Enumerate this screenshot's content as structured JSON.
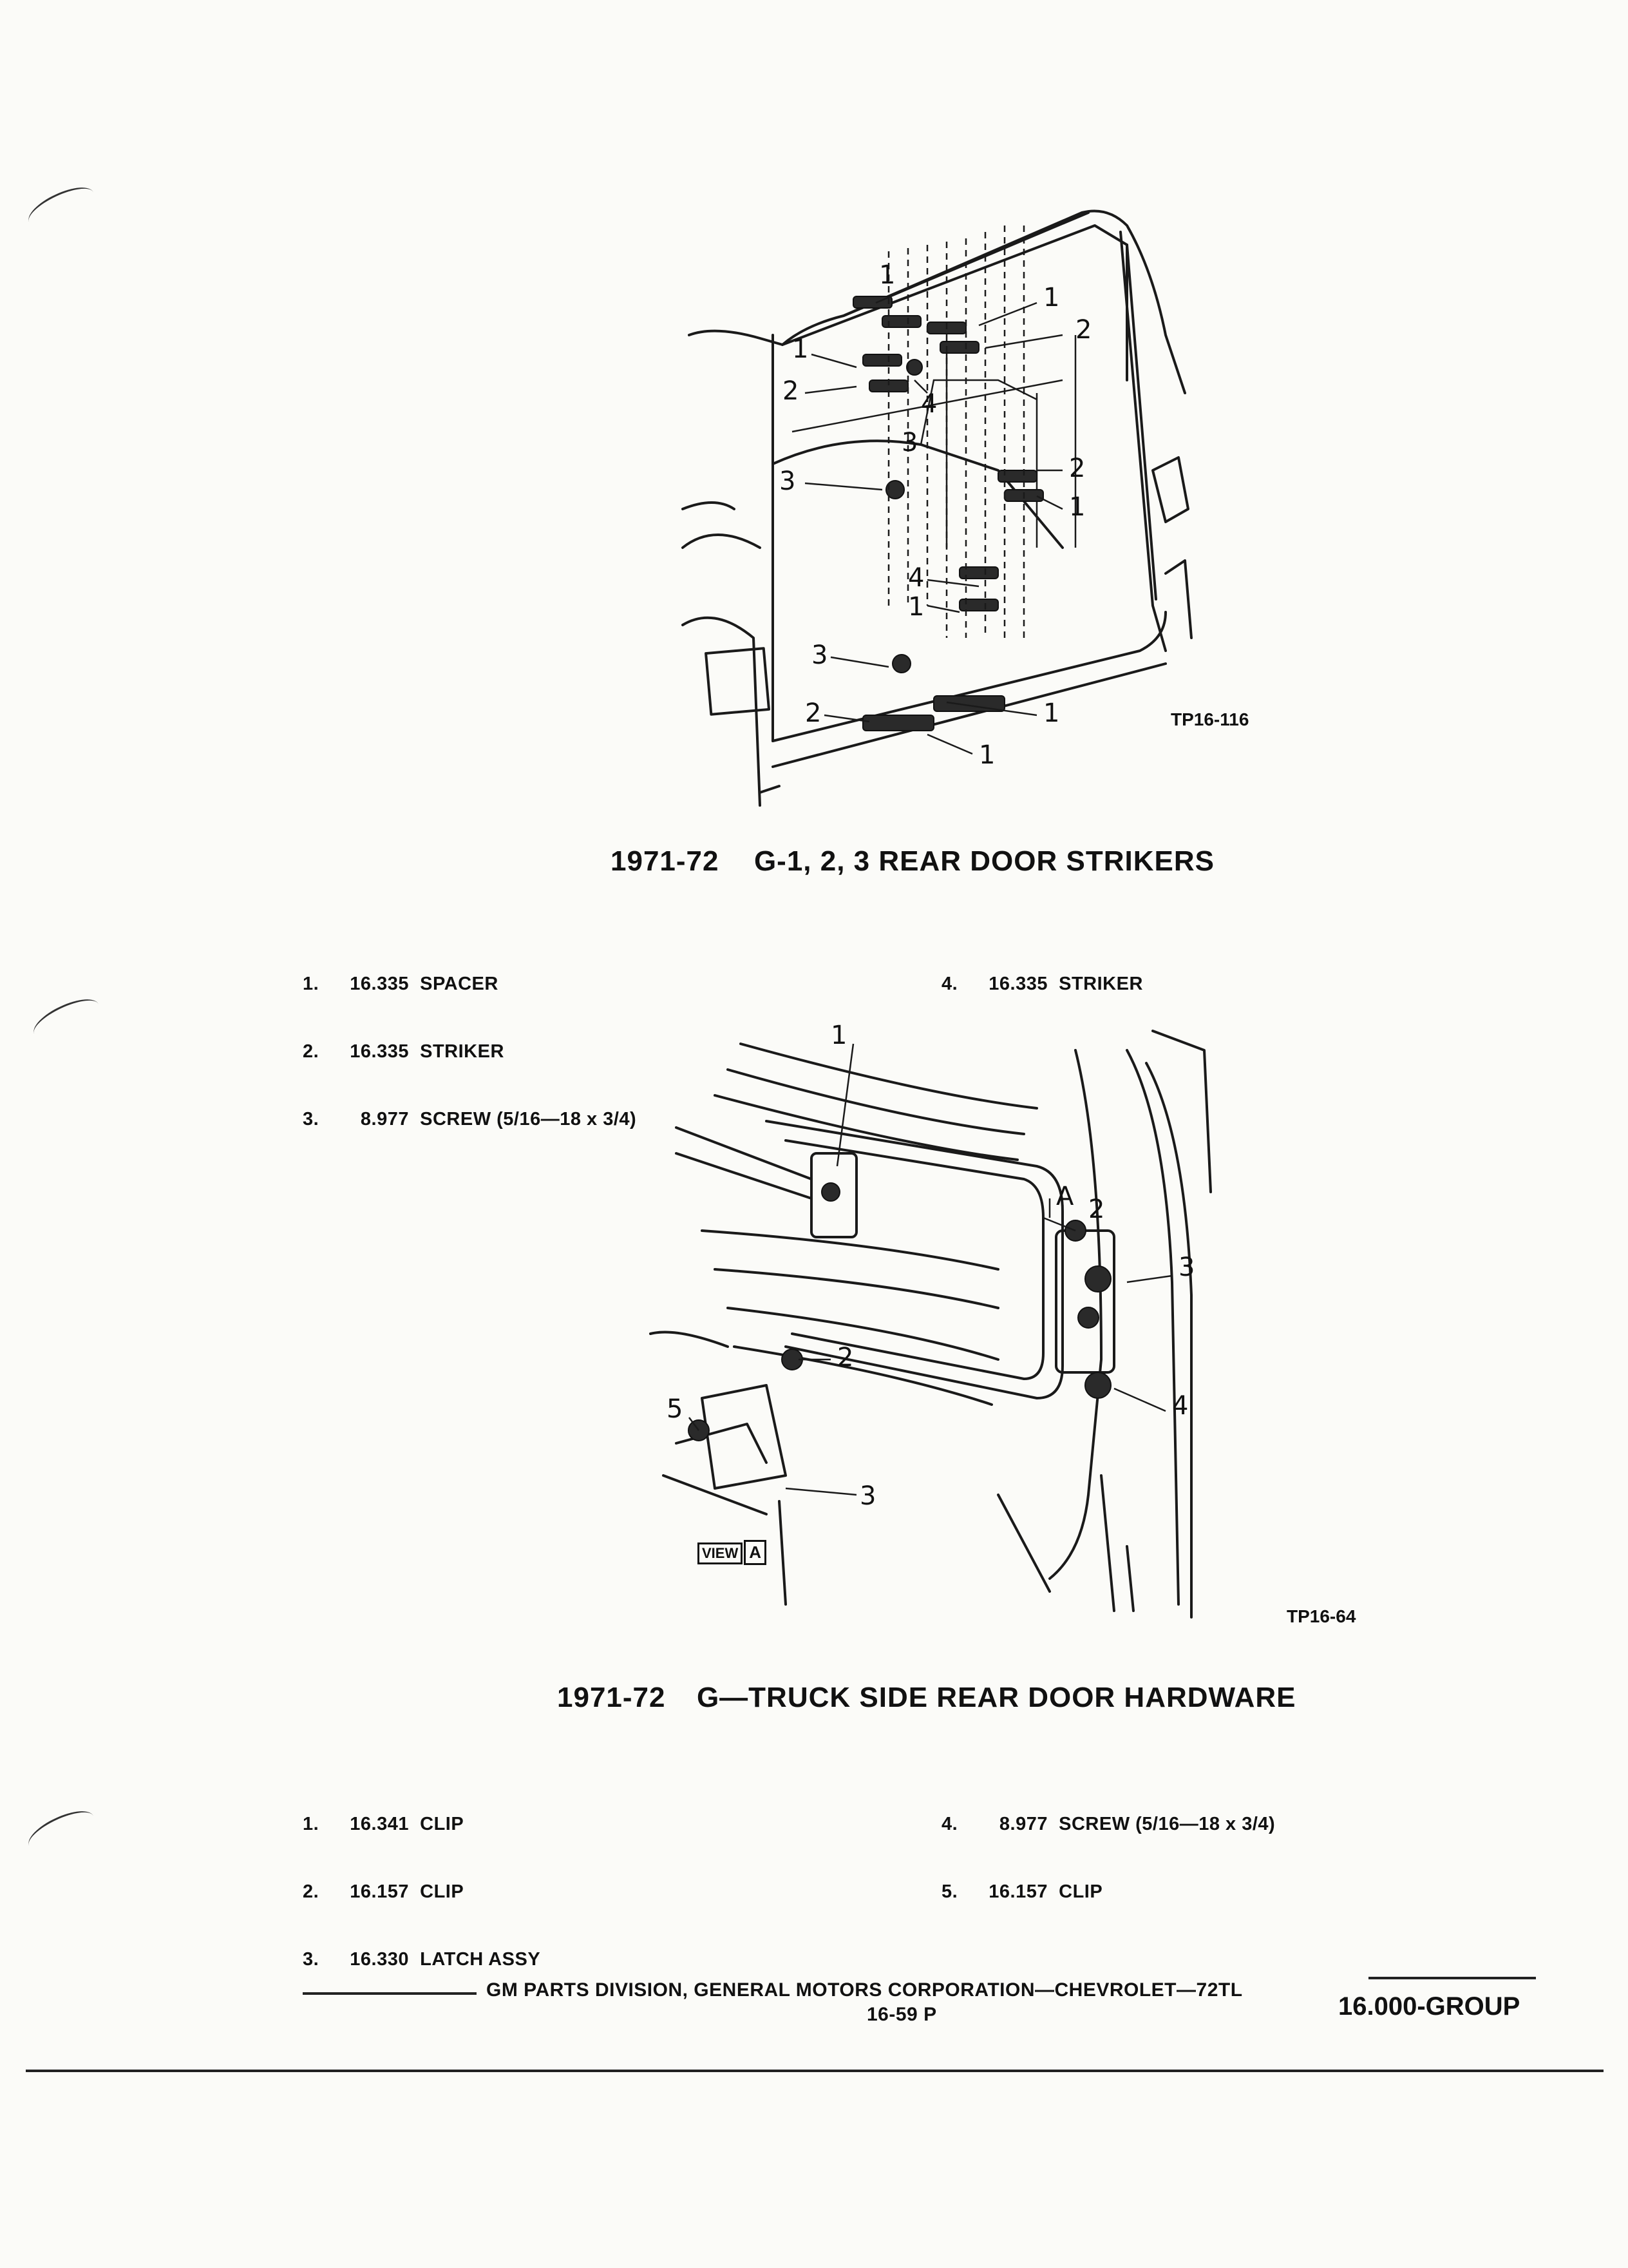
{
  "figure1": {
    "code": "TP16-116",
    "title_year": "1971-72",
    "title_text": "G-1, 2, 3 REAR DOOR STRIKERS",
    "parts_left": [
      {
        "num": "1.",
        "ref": "16.335",
        "name": "SPACER"
      },
      {
        "num": "2.",
        "ref": "16.335",
        "name": "STRIKER"
      },
      {
        "num": "3.",
        "ref": "8.977",
        "name": "SCREW (5/16—18 x 3/4)"
      }
    ],
    "parts_right": [
      {
        "num": "4.",
        "ref": "16.335",
        "name": "STRIKER"
      }
    ],
    "callouts": [
      "1",
      "2",
      "4",
      "3"
    ]
  },
  "figure2": {
    "code": "TP16-64",
    "title_year": "1971-72",
    "title_text": "G—TRUCK SIDE REAR DOOR HARDWARE",
    "view_label": "VIEW",
    "view_letter": "A",
    "arrow_letter": "A",
    "parts_left": [
      {
        "num": "1.",
        "ref": "16.341",
        "name": "CLIP"
      },
      {
        "num": "2.",
        "ref": "16.157",
        "name": "CLIP"
      },
      {
        "num": "3.",
        "ref": "16.330",
        "name": "LATCH ASSY"
      }
    ],
    "parts_right": [
      {
        "num": "4.",
        "ref": "8.977",
        "name": "SCREW (5/16—18 x 3/4)"
      },
      {
        "num": "5.",
        "ref": "16.157",
        "name": "CLIP"
      }
    ],
    "callouts": [
      "1",
      "2",
      "3",
      "4",
      "5"
    ]
  },
  "footer": {
    "division": "GM PARTS DIVISION, GENERAL MOTORS CORPORATION—CHEVROLET—72TL",
    "page": "16-59 P",
    "group": "16.000-GROUP"
  }
}
